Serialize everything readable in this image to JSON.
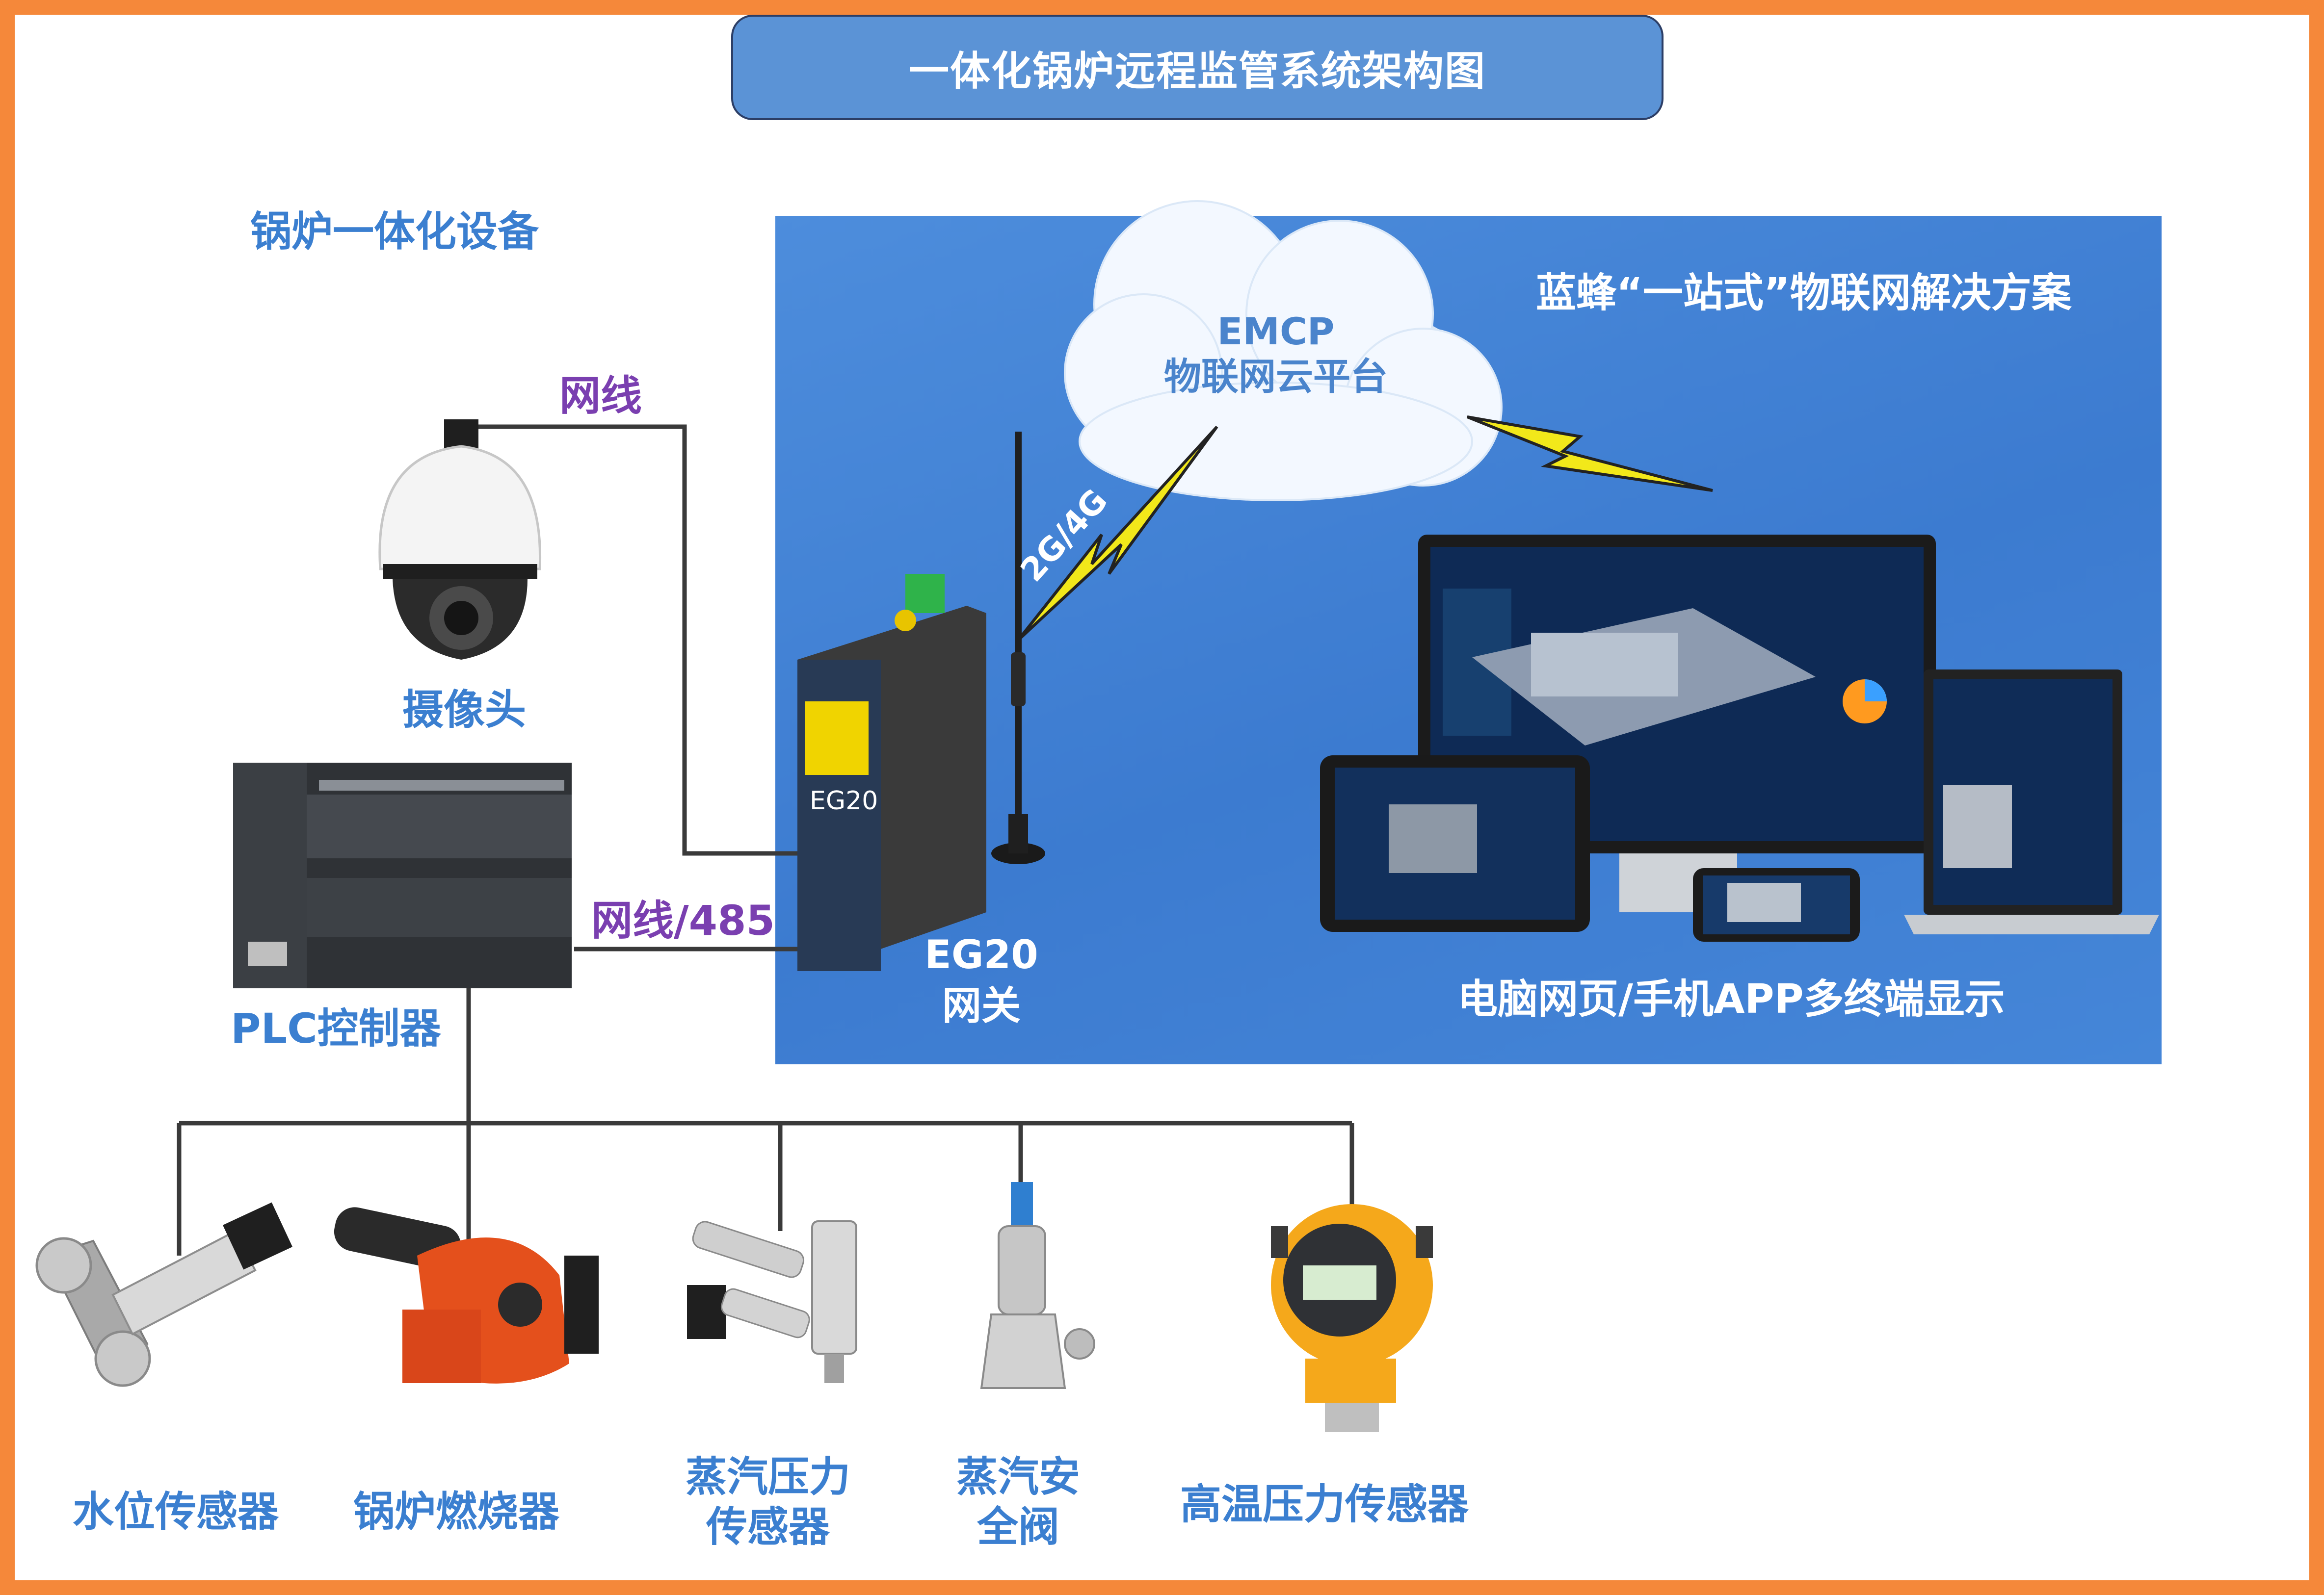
{
  "title": "一体化锅炉远程监管系统架构图",
  "section_label": "锅炉一体化设备",
  "wire_labels": {
    "camera_link": "网线",
    "plc_link": "网线/485",
    "network": "2G/4G"
  },
  "solution_title": "蓝蜂“一站式”物联网解决方案",
  "cloud": {
    "line1": "EMCP",
    "line2": "物联网云平台"
  },
  "gateway": {
    "model": "EG20",
    "label_line1": "EG20",
    "label_line2": "网关"
  },
  "display_caption": "电脑网页/手机APP多终端显示",
  "devices": {
    "camera": "摄像头",
    "plc": "PLC控制器",
    "water_sensor": "水位传感器",
    "burner": "锅炉燃烧器",
    "steam_pressure_line1": "蒸汽压力",
    "steam_pressure_line2": "传感器",
    "safety_valve_line1": "蒸汽安",
    "safety_valve_line2": "全阀",
    "high_temp_sensor": "高温压力传感器"
  },
  "colors": {
    "frame": "#f5883a",
    "title_box": "#5b93d6",
    "panel": "#3f80d4",
    "label_blue": "#3b7fd0",
    "label_purple": "#7a3fb0",
    "lightning": "#f2e81a"
  }
}
